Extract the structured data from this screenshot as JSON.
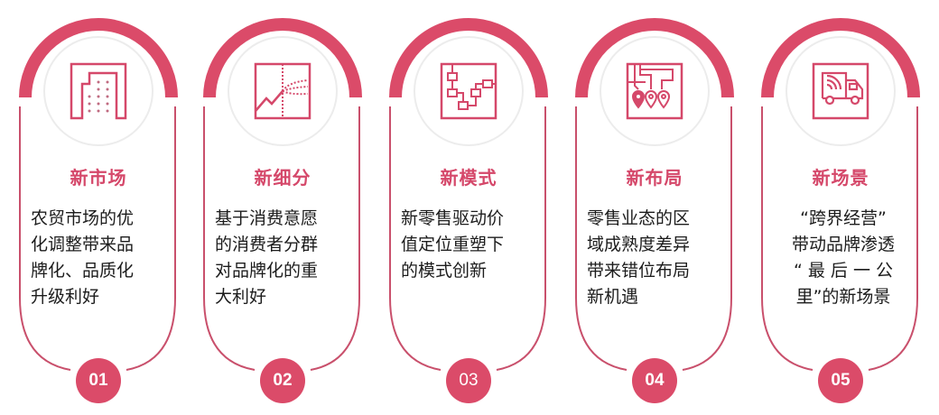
{
  "colors": {
    "accent": "#db4b69",
    "title": "#d5486a",
    "text": "#1c1c1c",
    "inner_circle": "#ececec"
  },
  "cards": [
    {
      "number": "01",
      "icon": "building-icon",
      "title": "新市场",
      "lines": [
        "农贸市场的优",
        "化调整带来品",
        "牌化、品质化",
        "升级利好"
      ]
    },
    {
      "number": "02",
      "icon": "chart-trend-icon",
      "title": "新细分",
      "lines": [
        "基于消费意愿",
        "的消费者分群",
        "对品牌化的重",
        "大利好"
      ]
    },
    {
      "number": "03",
      "icon": "flowchart-icon",
      "title": "新模式",
      "lines": [
        "新零售驱动价",
        "值定位重塑下",
        "的模式创新"
      ]
    },
    {
      "number": "04",
      "icon": "map-pins-icon",
      "title": "新布局",
      "lines": [
        "零售业态的区",
        "域成熟度差异",
        "带来错位布局",
        "新机遇"
      ]
    },
    {
      "number": "05",
      "icon": "delivery-truck-icon",
      "title": "新场景",
      "lines": [
        "“跨界经营”",
        "带动品牌渗透",
        "“ 最 后 一 公",
        "里”的新场景"
      ]
    }
  ]
}
